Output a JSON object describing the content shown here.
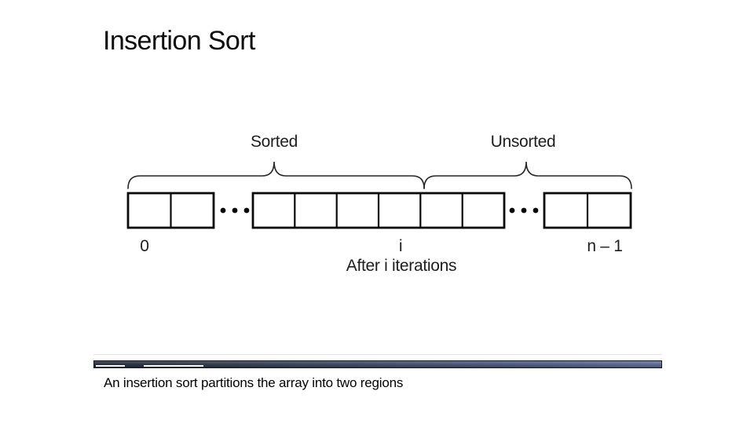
{
  "slide": {
    "title": "Insertion Sort",
    "caption": "An insertion sort partitions the array into two regions",
    "background_color": "#ffffff"
  },
  "figure": {
    "sorted_label": "Sorted",
    "unsorted_label": "Unsorted",
    "first_index_label": "0",
    "boundary_index_label": "i",
    "last_index_label": "n – 1",
    "subtitle": "After i iterations",
    "cell_counts": {
      "left_group": 2,
      "middle_group": 6,
      "right_group": 2
    },
    "ellipsis_dot_count": 3,
    "line_color": "#1c1c1c",
    "box_stroke_color": "#0a0a0a"
  },
  "divider": {
    "bar_color_left": "#212938",
    "bar_color_right": "#5d6b94",
    "border_color": "#141a25",
    "accent_color": "#f7f8fa"
  }
}
